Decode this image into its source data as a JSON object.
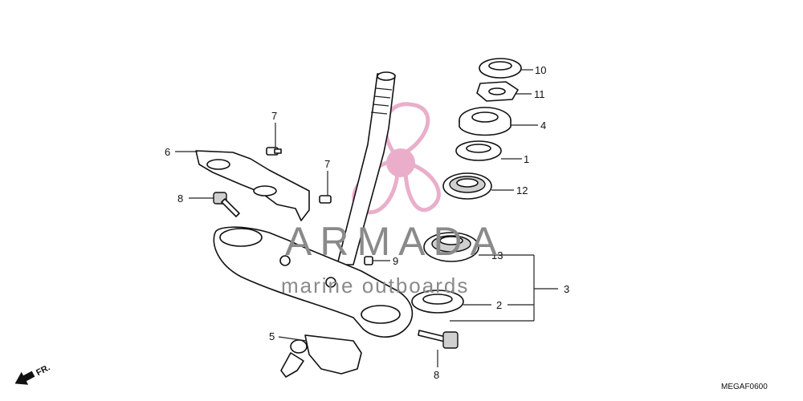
{
  "diagram": {
    "ref_code": "MEGAF0600",
    "direction_label": "FR.",
    "callouts": [
      {
        "id": "10",
        "label": "10"
      },
      {
        "id": "11",
        "label": "11"
      },
      {
        "id": "4",
        "label": "4"
      },
      {
        "id": "1",
        "label": "1"
      },
      {
        "id": "12",
        "label": "12"
      },
      {
        "id": "13",
        "label": "13"
      },
      {
        "id": "2",
        "label": "2"
      },
      {
        "id": "3",
        "label": "3"
      },
      {
        "id": "9",
        "label": "9"
      },
      {
        "id": "5",
        "label": "5"
      },
      {
        "id": "8a",
        "label": "8"
      },
      {
        "id": "8b",
        "label": "8"
      },
      {
        "id": "6",
        "label": "6"
      },
      {
        "id": "7a",
        "label": "7"
      },
      {
        "id": "7b",
        "label": "7"
      }
    ]
  },
  "watermark": {
    "brand": "ARMADA",
    "tagline": "marine outboards",
    "colors": {
      "logo_pink": "#e8a6c6",
      "text_gray": "#8a8a8a"
    }
  }
}
